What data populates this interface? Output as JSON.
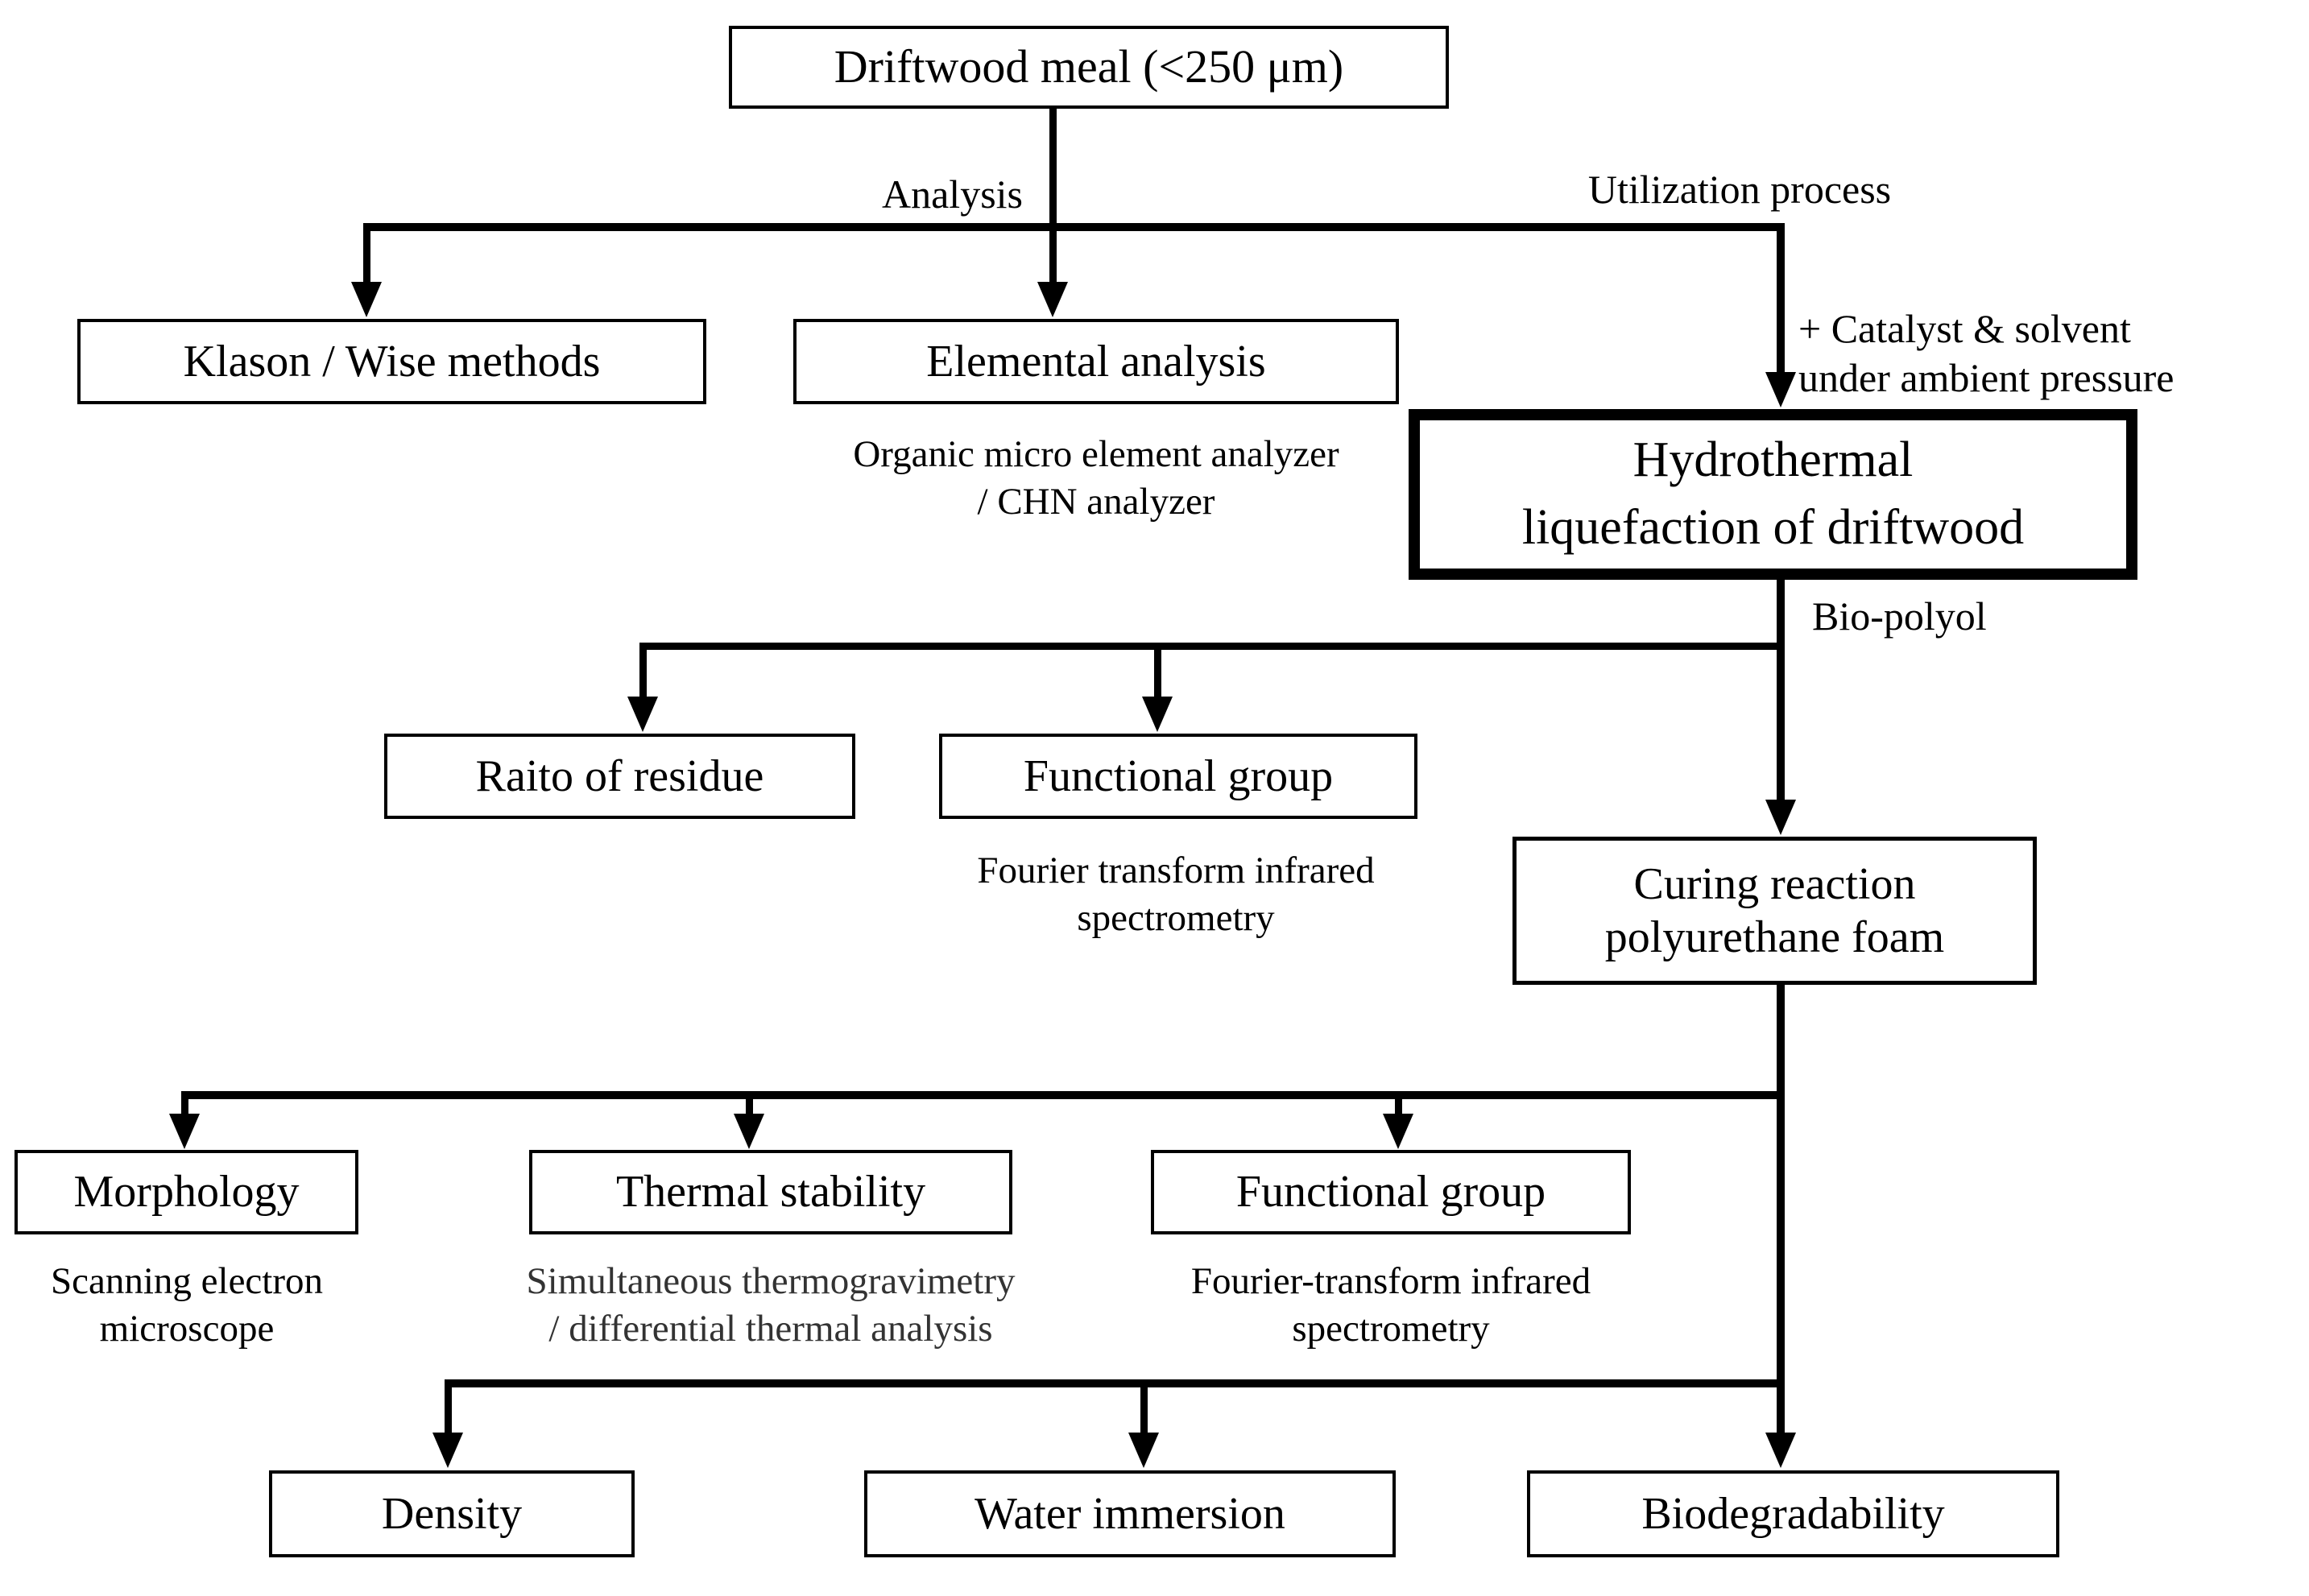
{
  "colors": {
    "ink": "#000000",
    "paper": "#ffffff",
    "muted_text": "#333333"
  },
  "flowchart": {
    "root_label": "Driftwood meal (<250 μm)",
    "edges": {
      "analysis_label": "Analysis",
      "utilization_label": "Utilization process",
      "catalyst_note": "+ Catalyst & solvent\n under ambient pressure",
      "bio_polyol_label": "Bio-polyol"
    },
    "analysis_branch": {
      "klason_label": "Klason / Wise methods",
      "elemental_label": "Elemental analysis",
      "elemental_method": "Organic micro element analyzer\n/ CHN analyzer"
    },
    "utilization_branch": {
      "hydrothermal_label": "Hydrothermal\nliquefaction of driftwood",
      "raito_label": "Raito of residue",
      "functional_group_label": "Functional group",
      "functional_group_method": "Fourier transform infrared\nspectrometry",
      "curing_label": "Curing reaction\npolyurethane foam"
    },
    "foam_tests": {
      "morphology_label": "Morphology",
      "morphology_method": "Scanning electron\nmicroscope",
      "thermal_label": "Thermal stability",
      "thermal_method": "Simultaneous thermogravimetry\n/ differential thermal analysis",
      "functional_group_label": "Functional group",
      "functional_group_method": "Fourier-transform infrared\nspectrometry",
      "density_label": "Density",
      "water_label": "Water immersion",
      "biodegradability_label": "Biodegradability"
    }
  }
}
